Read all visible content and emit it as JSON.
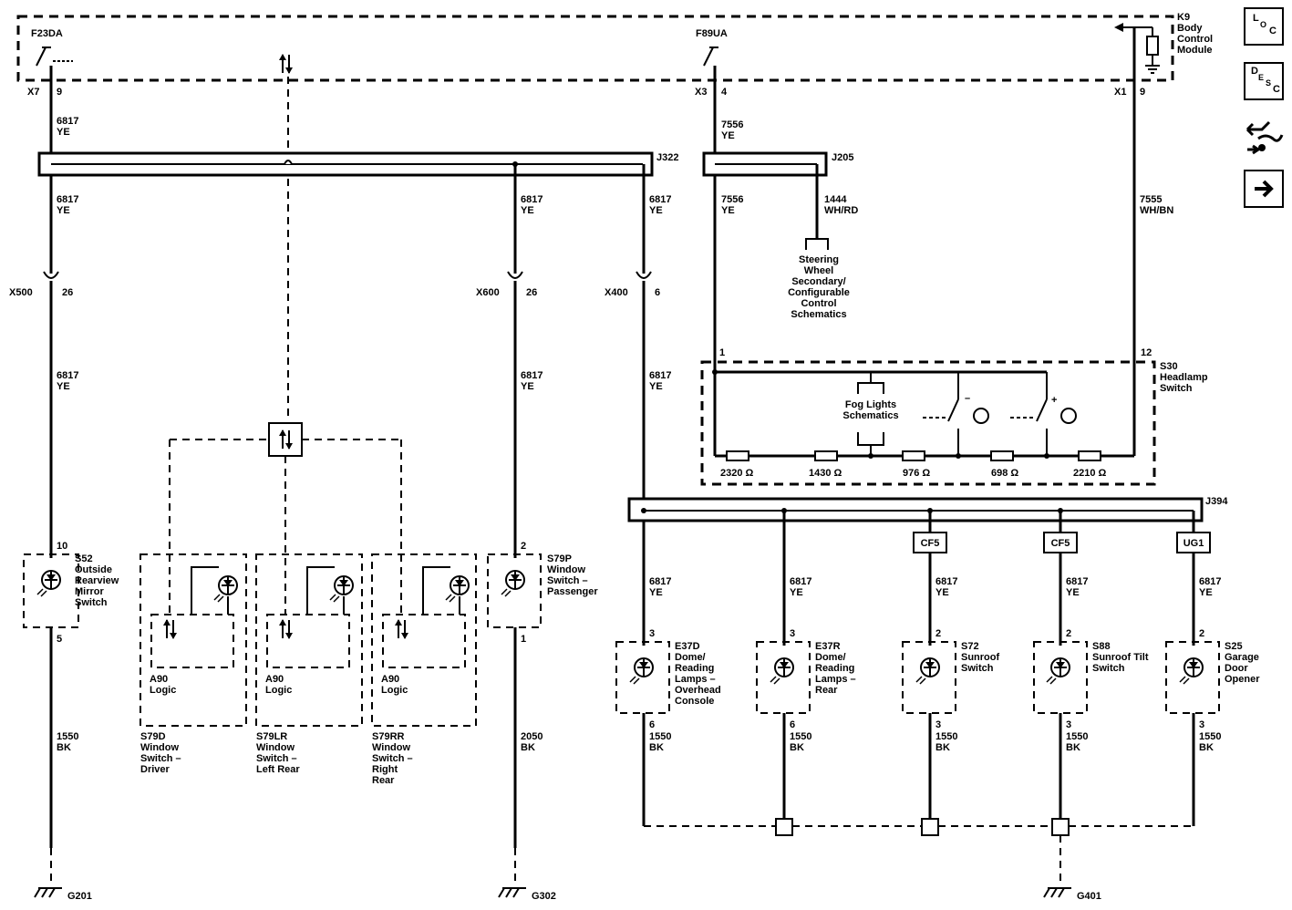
{
  "module": {
    "name_lines": [
      "K9",
      "Body",
      "Control",
      "Module"
    ]
  },
  "fuses": {
    "left": "F23DA",
    "mid": "F89UA"
  },
  "connectors": {
    "x7": "X7",
    "x3": "X3",
    "x1": "X1",
    "x500": "X500",
    "x600": "X600",
    "x400": "X400"
  },
  "pins": {
    "p9a": "9",
    "p4": "4",
    "p9b": "9",
    "p26a": "26",
    "p26b": "26",
    "p6a": "6",
    "p1": "1",
    "p12": "12",
    "p10": "10",
    "p5": "5",
    "p2a": "2",
    "p1b": "1",
    "p3a": "3",
    "p6b": "6",
    "p3b": "3",
    "p6c": "6",
    "p2b": "2",
    "p3c": "3",
    "p2c": "2",
    "p3d": "3",
    "p2d": "2",
    "p3e": "3"
  },
  "splices": {
    "j322": "J322",
    "j205": "J205",
    "j394": "J394"
  },
  "wires": {
    "w6817": "6817",
    "ye": "YE",
    "w7556": "7556",
    "w1444": "1444",
    "whrd": "WH/RD",
    "w7555": "7555",
    "whbn": "WH/BN",
    "w1550": "1550",
    "bk": "BK",
    "w2050": "2050"
  },
  "references": {
    "steering": [
      "Steering",
      "Wheel",
      "Secondary/",
      "Configurable",
      "Control",
      "Schematics"
    ],
    "fog": [
      "Fog Lights",
      "Schematics"
    ]
  },
  "headlamp": {
    "name_lines": [
      "S30",
      "Headlamp",
      "Switch"
    ],
    "resistors": [
      "2320 Ω",
      "1430 Ω",
      "976 Ω",
      "698 Ω",
      "2210 Ω"
    ],
    "minus": "–",
    "plus": "+"
  },
  "components": {
    "s52": [
      "S52",
      "Outside",
      "Rearview",
      "Mirror",
      "Switch"
    ],
    "s79p": [
      "S79P",
      "Window",
      "Switch –",
      "Passenger"
    ],
    "a90": [
      "A90",
      "Logic"
    ],
    "s79d": [
      "S79D",
      "Window",
      "Switch –",
      "Driver"
    ],
    "s79lr": [
      "S79LR",
      "Window",
      "Switch –",
      "Left Rear"
    ],
    "s79rr": [
      "S79RR",
      "Window",
      "Switch –",
      "Right",
      "Rear"
    ],
    "e37d": [
      "E37D",
      "Dome/",
      "Reading",
      "Lamps –",
      "Overhead",
      "Console"
    ],
    "e37r": [
      "E37R",
      "Dome/",
      "Reading",
      "Lamps –",
      "Rear"
    ],
    "s72": [
      "S72",
      "Sunroof",
      "Switch"
    ],
    "s88": [
      "S88",
      "Sunroof Tilt",
      "Switch"
    ],
    "s25": [
      "S25",
      "Garage",
      "Door",
      "Opener"
    ]
  },
  "options": {
    "cf5a": "CF5",
    "cf5b": "CF5",
    "ug1": "UG1"
  },
  "grounds": {
    "g201": "G201",
    "g302": "G302",
    "g401": "G401"
  },
  "nav": {
    "loc": [
      "L",
      "O",
      "C"
    ],
    "desc": [
      "D",
      "E",
      "S",
      "C"
    ],
    "icons": [
      "connector-view-icon",
      "next-page-arrow-icon"
    ]
  }
}
